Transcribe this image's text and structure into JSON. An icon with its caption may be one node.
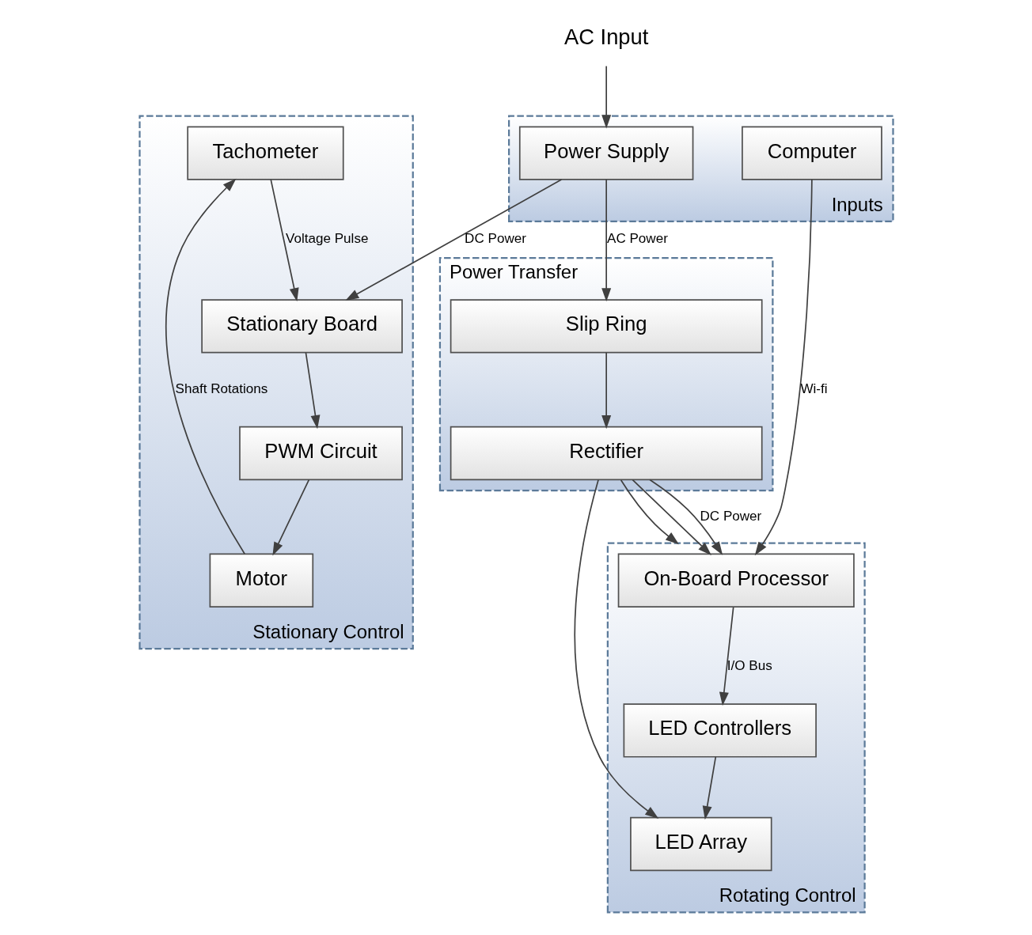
{
  "diagram": {
    "nodes": [
      {
        "text": [
          "Inputs"
        ]
      },
      {
        "text": [
          "Power Supply"
        ],
        "in": 0
      },
      {
        "text": [
          "Computer"
        ],
        "in": 0
      },
      {
        "text": [
          "Stationary Control"
        ]
      },
      {
        "text": [
          "Tachometer"
        ],
        "in": 3
      },
      {
        "text": [
          "Stationary Board"
        ],
        "in": 3
      },
      {
        "text": [
          "PWM Circuit"
        ],
        "in": 3
      },
      {
        "text": [
          "Motor"
        ],
        "in": 3
      },
      {
        "text": [
          "Power Transfer"
        ]
      },
      {
        "text": [
          "Slip Ring"
        ],
        "in": 8
      },
      {
        "text": [
          "Rectifier"
        ],
        "in": 8
      },
      {
        "text": [
          "Rotating Control"
        ]
      },
      {
        "text": [
          "On-Board Processor"
        ],
        "in": 11
      },
      {
        "text": [
          "LED Controllers"
        ],
        "in": 11
      },
      {
        "text": [
          "LED Array"
        ],
        "in": 11
      },
      {
        "text": [
          "AC Input"
        ]
      }
    ],
    "edges": [
      {
        "from": 15,
        "to": 1,
        "arrow": "to"
      },
      {
        "from": 1,
        "to": 5,
        "arrow": "to",
        "label": "DC Power"
      },
      {
        "from": 1,
        "to": 9,
        "arrow": "to",
        "label": "AC Power"
      },
      {
        "from": 4,
        "to": 5,
        "arrow": "to",
        "label": "Voltage Pulse"
      },
      {
        "from": 5,
        "to": 6,
        "arrow": "to"
      },
      {
        "from": 6,
        "to": 7,
        "arrow": "to"
      },
      {
        "from": 7,
        "to": 4,
        "arrow": "to",
        "label": "Shaft Rotations"
      },
      {
        "from": 9,
        "to": 10,
        "arrow": "to"
      },
      {
        "from": 2,
        "to": 12,
        "arrow": "to",
        "label": "Wi-fi"
      },
      {
        "from": 10,
        "to": 12,
        "arrow": "to"
      },
      {
        "from": 10,
        "to": 12,
        "arrow": "to",
        "label": "DC Power"
      },
      {
        "from": 10,
        "to": 11,
        "arrow": "to"
      },
      {
        "from": 10,
        "to": 14,
        "arrow": "to"
      },
      {
        "from": 12,
        "to": 13,
        "arrow": "to",
        "label": "I/O Bus"
      },
      {
        "from": 13,
        "to": 14,
        "arrow": "to"
      }
    ]
  }
}
